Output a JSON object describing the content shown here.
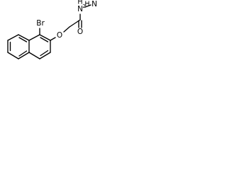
{
  "molecule": {
    "atoms": {
      "br": "Br",
      "o_ether": "O",
      "o_carbonyl": "O",
      "n_amide": "N",
      "h_amide": "H",
      "n_terminal": "N",
      "h2_terminal": "H",
      "sub_2": "2"
    },
    "colors": {
      "bond": "#000000",
      "label": "#000000",
      "background": "#ffffff"
    }
  }
}
